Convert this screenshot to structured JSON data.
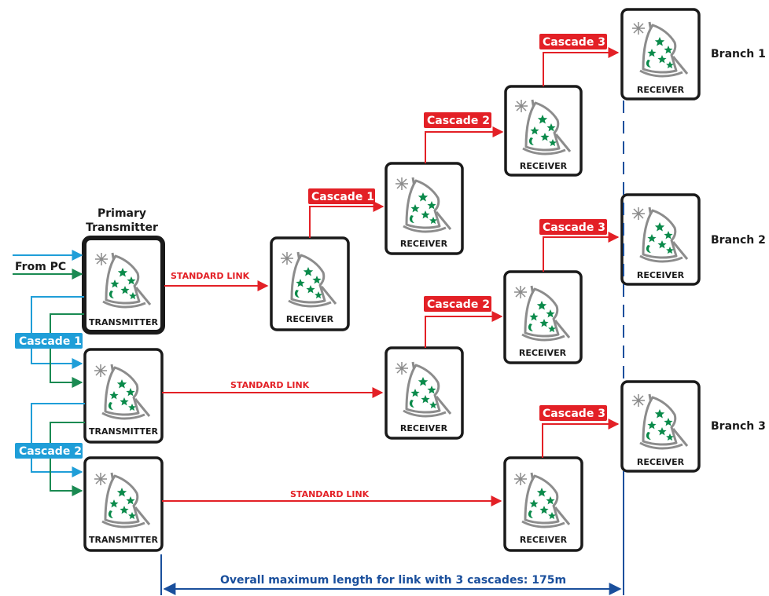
{
  "labels": {
    "transmitter": "TRANSMITTER",
    "receiver": "RECEIVER",
    "primary_line1": "Primary",
    "primary_line2": "Transmitter",
    "from_pc": "From PC",
    "standard_link": "STANDARD LINK",
    "cascade_1": "Cascade 1",
    "cascade_2": "Cascade 2",
    "cascade_3": "Cascade 3",
    "branch_1": "Branch 1",
    "branch_2": "Branch 2",
    "branch_3": "Branch 3",
    "overall_length": "Overall maximum length for link with 3 cascades: 175m"
  },
  "colors": {
    "link_red": "#e32026",
    "cascade_blue": "#1f9ed8",
    "signal_green": "#1a8a52",
    "measure_navy": "#1a4f9c",
    "star_green": "#0a8a4a"
  },
  "icons": {
    "device": "wizard-hat-icon"
  }
}
